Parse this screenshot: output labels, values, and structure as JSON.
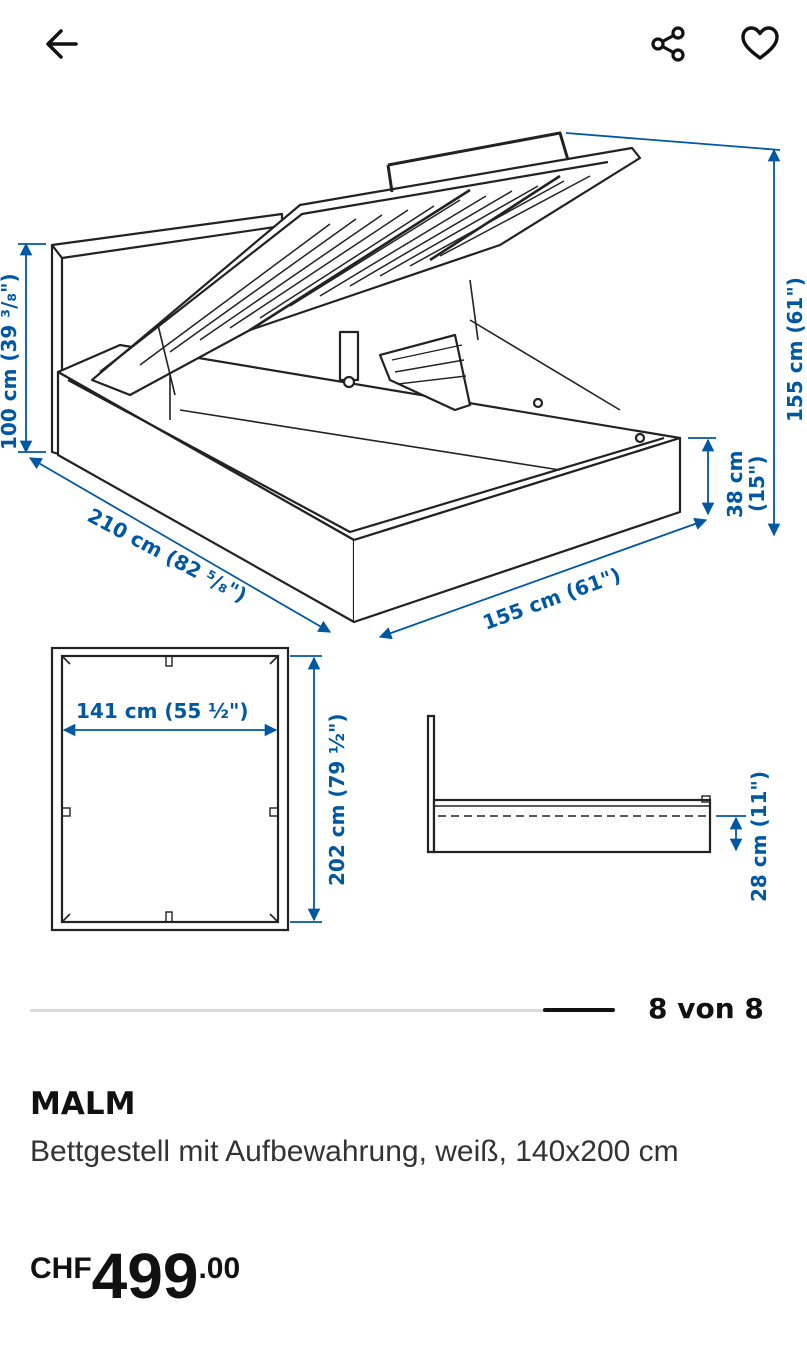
{
  "header": {
    "back_icon": "arrow-left-icon",
    "share_icon": "share-icon",
    "favorite_icon": "heart-icon"
  },
  "illustration": {
    "dims": {
      "height_headboard": "100 cm (39 ³/₈\")",
      "depth_total": "210 cm (82 ⁵/₈\")",
      "width_front": "155 cm (61\")",
      "height_open": "155 cm (61\")",
      "frame_height": "38 cm",
      "frame_height_in": "(15\")",
      "inner_width": "141 cm (55 ½\")",
      "inner_length": "202 cm (79 ½\")",
      "clearance": "28 cm (11\")"
    }
  },
  "pager": {
    "counter": "8 von 8",
    "current": 8,
    "total": 8
  },
  "product": {
    "brand": "MALM",
    "description": "Bettgestell mit Aufbewahrung, weiß, 140x200 cm"
  },
  "price": {
    "currency": "CHF",
    "integer": "499",
    "decimals": ".00"
  },
  "colors": {
    "dimension_blue": "#0058a3",
    "text": "#111111",
    "track": "#dcdcdc"
  }
}
